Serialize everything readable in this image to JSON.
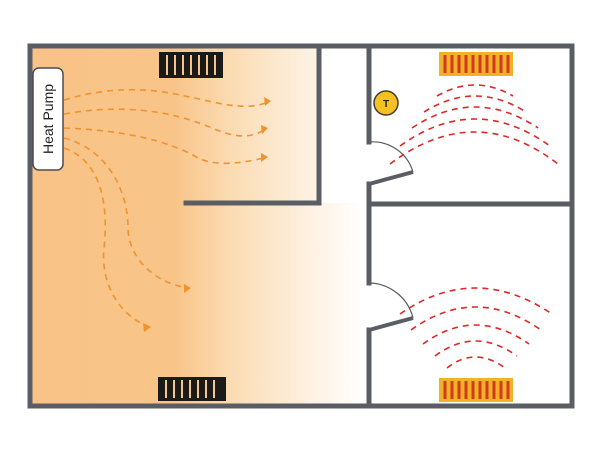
{
  "heat_pump": {
    "label": "Heat Pump"
  },
  "thermostat": {
    "label": "T"
  },
  "colors": {
    "wall": "#5a5d63",
    "room_warm": "#f8c488",
    "room_warm_edge": "#fbd9ad",
    "airflow": "#f0922e",
    "radiant_waves": "#e02727",
    "vent_dark": "#1a1a1a",
    "heater_fill": "#f3b128",
    "heater_bars": "#d23a1c",
    "thermostat_fill": "#f5c11e"
  },
  "icons": {
    "heat_pump": "heat-pump-unit",
    "thermostat": "thermostat-dial",
    "vents": "floor-vent-grille",
    "heaters": "radiant-panel-heater"
  }
}
